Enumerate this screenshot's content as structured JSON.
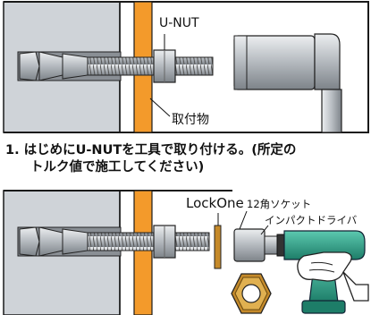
{
  "panel1": {
    "label_nut": "U-NUT",
    "label_fixture": "取付物"
  },
  "caption": {
    "line1": "1.  はじめにU-NUTを工具で取り付ける。(所定の",
    "line2": "トルク値で施工してください)"
  },
  "panel2": {
    "label_lockone": "LockOne",
    "label_socket": "12角ソケット",
    "label_driver": "インパクトドライバ"
  },
  "colors": {
    "wall": "#cfd3d8",
    "fixture": "#f39a2b",
    "frame": "#1a1a1a",
    "metal": "#bfc3c7",
    "washer": "#c58a2a",
    "drill": "#2fa38a"
  },
  "icons": [
    "anchor-bolt-icon",
    "u-nut-icon",
    "socket-icon",
    "hex-nut-icon",
    "impact-driver-icon",
    "hand-icon"
  ]
}
